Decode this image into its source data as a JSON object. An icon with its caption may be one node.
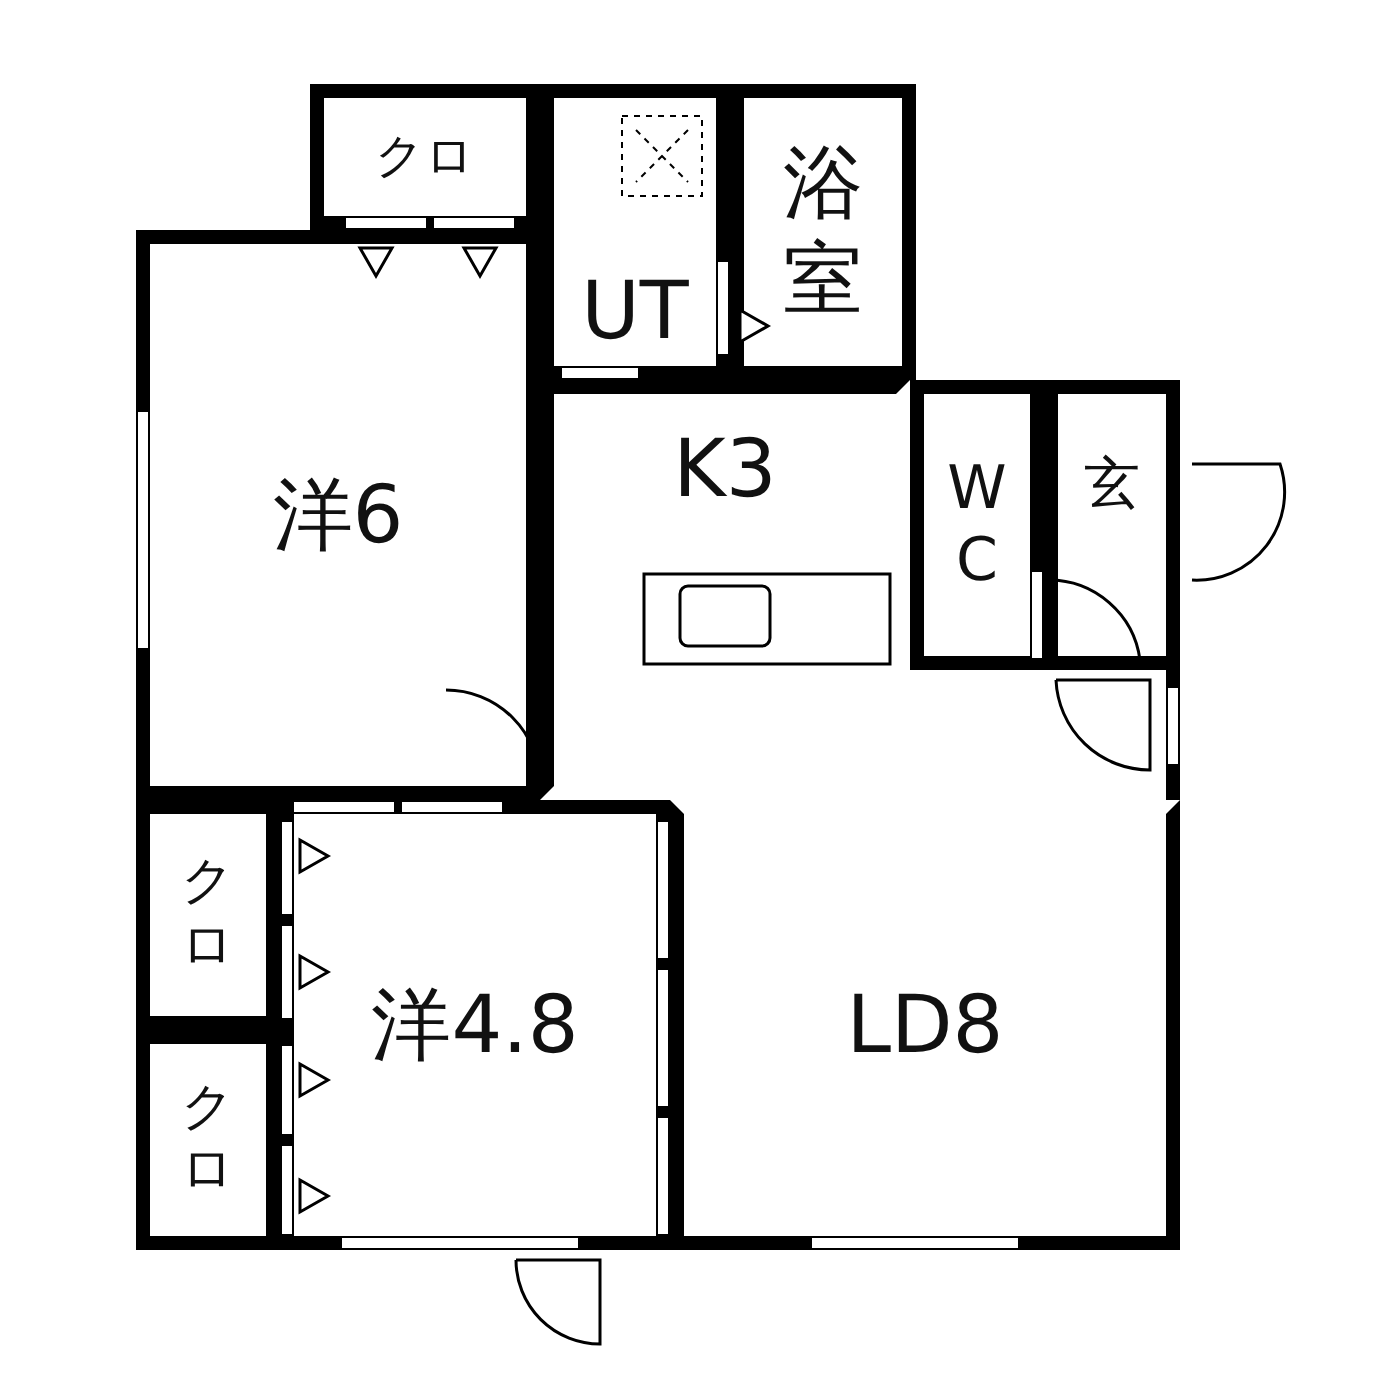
{
  "diagram": {
    "nodes": [
      {
        "text": [
          "クロ"
        ]
      },
      {
        "text": [
          "UT"
        ]
      },
      {
        "text": [
          "浴室"
        ]
      },
      {
        "text": [
          "洋6"
        ]
      },
      {
        "text": [
          "K3"
        ]
      },
      {
        "text": [
          "WC"
        ]
      },
      {
        "text": [
          "玄"
        ]
      },
      {
        "text": [
          "クロ"
        ]
      },
      {
        "text": [
          "LD8"
        ]
      },
      {
        "text": [
          "洋4.8"
        ]
      },
      {
        "text": [
          "クロ"
        ]
      }
    ]
  }
}
